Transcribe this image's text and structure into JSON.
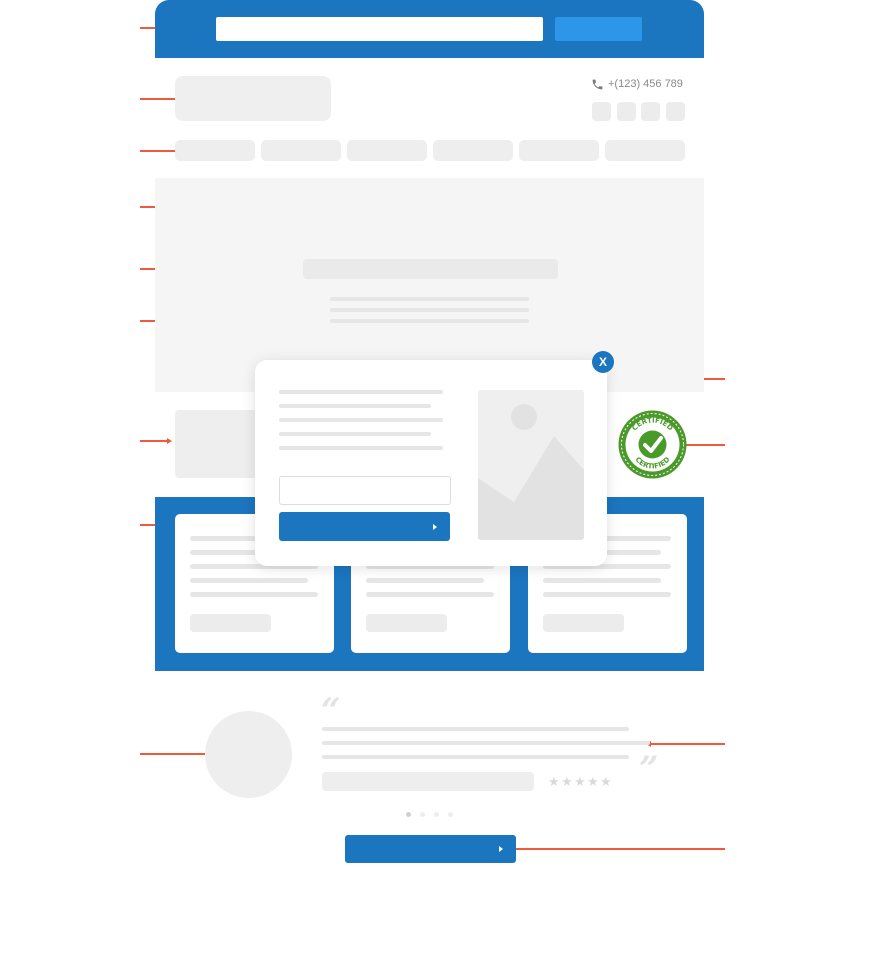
{
  "header": {
    "phone": "+(123) 456 789",
    "phone_icon": "phone-icon",
    "search": {
      "value": "",
      "placeholder": ""
    },
    "search_button_label": ""
  },
  "nav": {
    "items": [
      "",
      "",
      "",
      "",
      "",
      ""
    ]
  },
  "modal": {
    "close_label": "X",
    "email": {
      "value": "",
      "placeholder": ""
    },
    "submit_label": "",
    "image_icon": "image-icon"
  },
  "badge": {
    "text_top": "CERTIFIED",
    "text_bottom": "CERTIFIED",
    "color": "#4a9a2a",
    "icon": "checkmark-icon"
  },
  "testimonial": {
    "open_quote": "“",
    "close_quote": "”",
    "rating": 0,
    "rating_max": 5,
    "carousel_dots": 4,
    "active_dot": 0
  },
  "colors": {
    "primary": "#1b75bf",
    "accent": "#2d96e9",
    "annotation": "#f05a3c",
    "placeholder": "#ececec"
  }
}
